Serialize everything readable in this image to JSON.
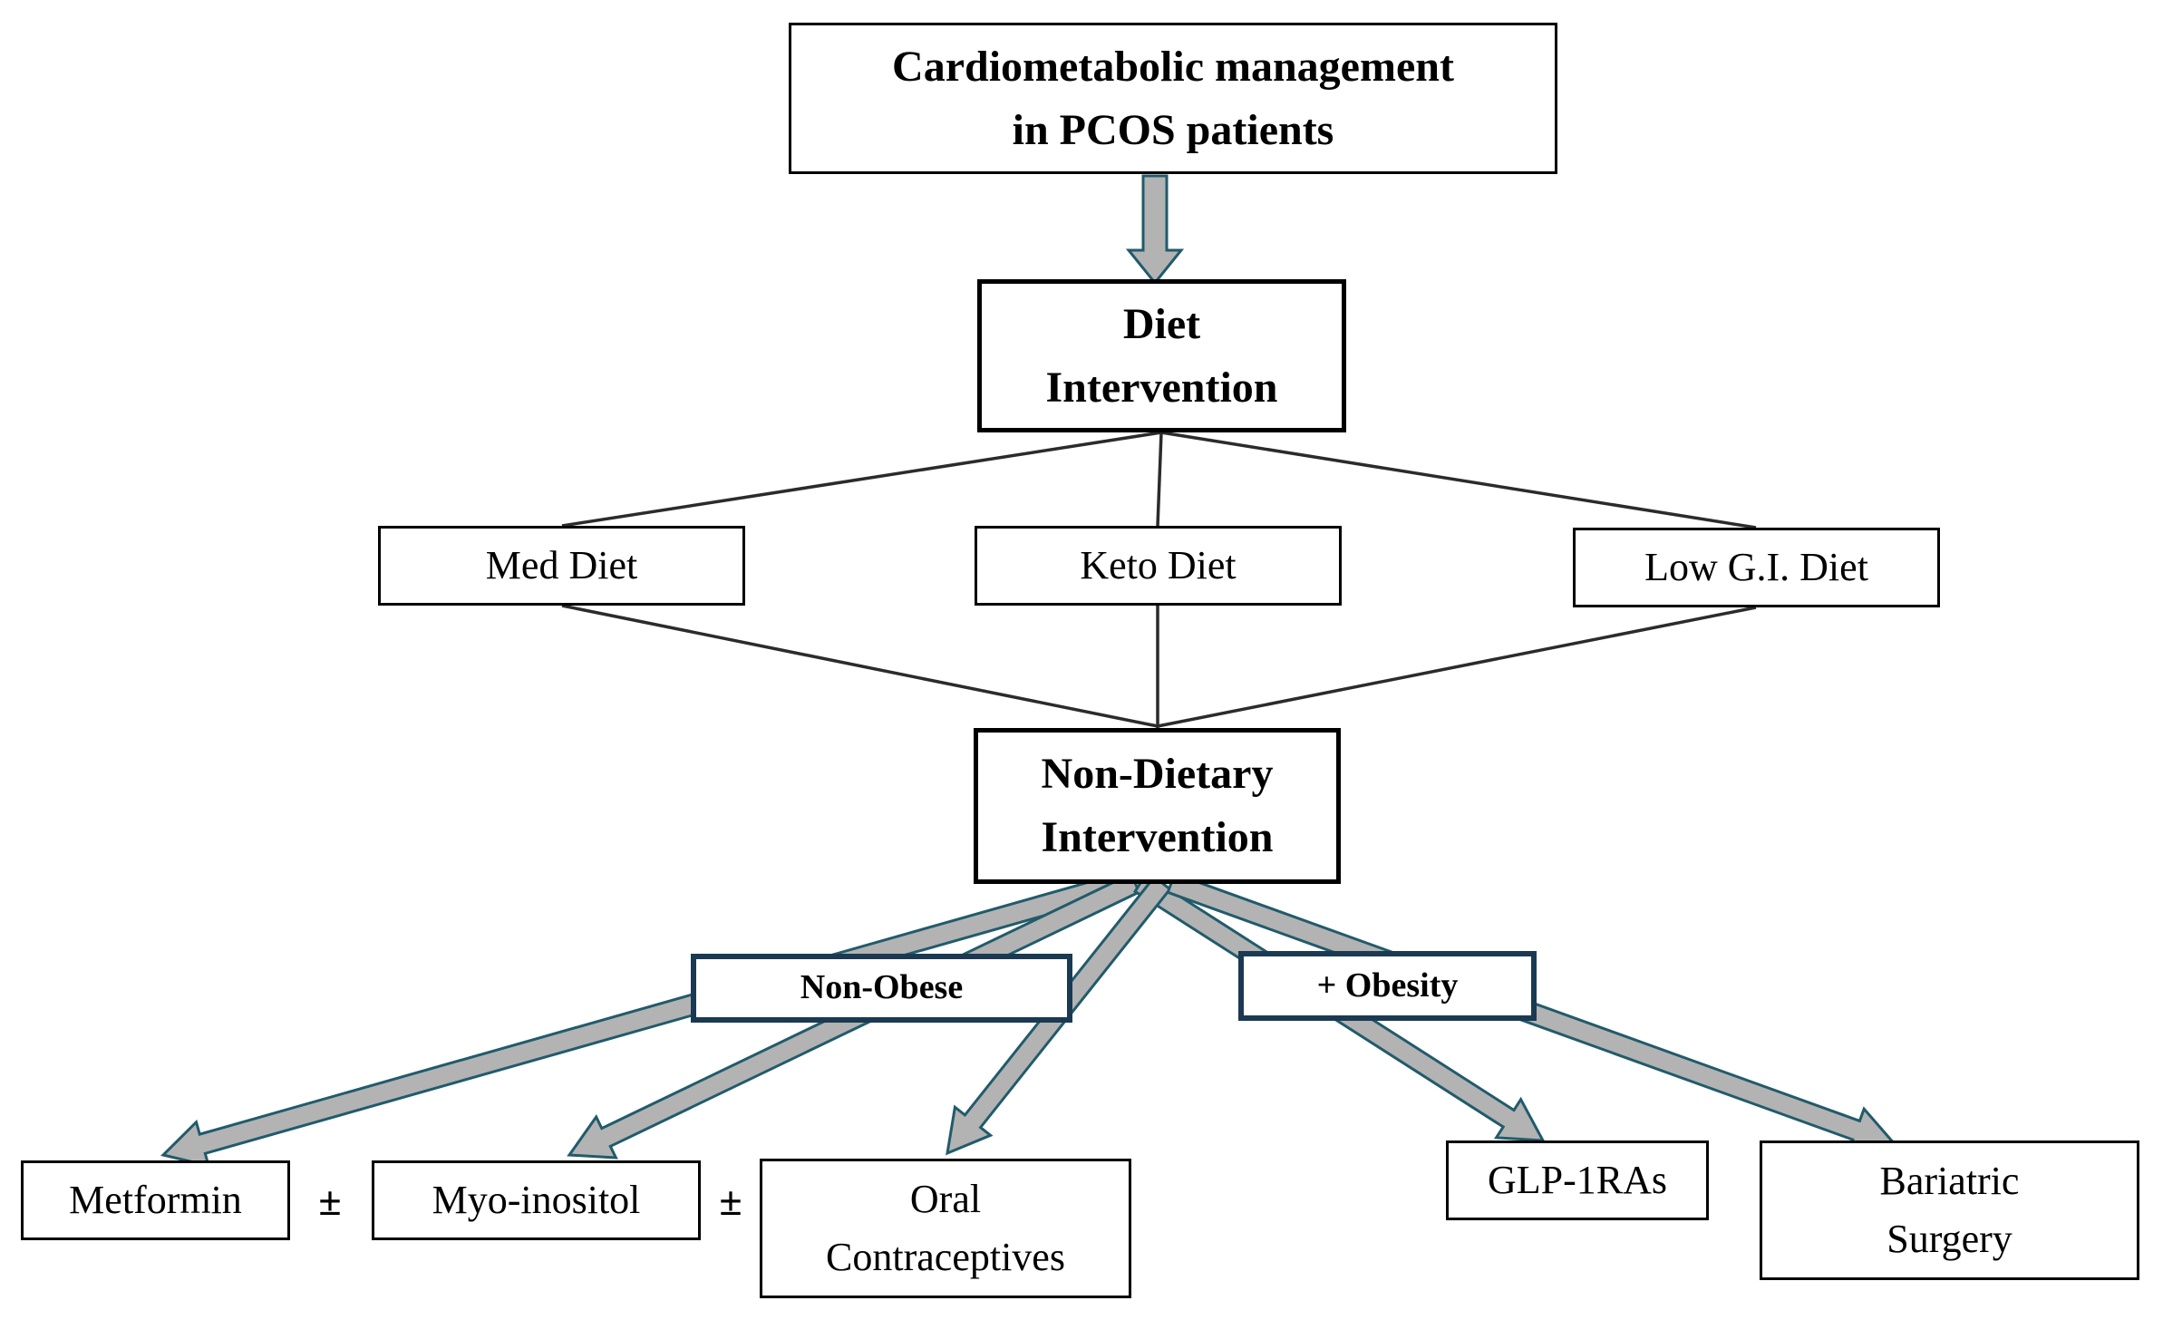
{
  "nodes": {
    "root": {
      "lines": [
        "Cardiometabolic management",
        "in PCOS patients"
      ]
    },
    "diet_intervention": {
      "lines": [
        "Diet",
        "Intervention"
      ]
    },
    "med_diet": {
      "lines": [
        "Med Diet"
      ]
    },
    "keto_diet": {
      "lines": [
        "Keto Diet"
      ]
    },
    "low_gi_diet": {
      "lines": [
        "Low G.I. Diet"
      ]
    },
    "non_dietary": {
      "lines": [
        "Non-Dietary",
        "Intervention"
      ]
    },
    "non_obese": {
      "lines": [
        "Non-Obese"
      ]
    },
    "obesity": {
      "lines": [
        "+ Obesity"
      ]
    },
    "metformin": {
      "lines": [
        "Metformin"
      ]
    },
    "plus_minus_1": {
      "lines": [
        "±"
      ]
    },
    "myo_inositol": {
      "lines": [
        "Myo-inositol"
      ]
    },
    "plus_minus_2": {
      "lines": [
        "±"
      ]
    },
    "oral_contraceptives": {
      "lines": [
        "Oral",
        "Contraceptives"
      ]
    },
    "glp_1ras": {
      "lines": [
        "GLP-1RAs"
      ]
    },
    "bariatric_surgery": {
      "lines": [
        "Bariatric",
        "Surgery"
      ]
    }
  },
  "edges": [
    {
      "from": "root",
      "to": "diet_intervention",
      "type": "block_arrow"
    },
    {
      "from": "diet_intervention",
      "to": "med_diet",
      "type": "line"
    },
    {
      "from": "diet_intervention",
      "to": "keto_diet",
      "type": "line"
    },
    {
      "from": "diet_intervention",
      "to": "low_gi_diet",
      "type": "line"
    },
    {
      "from": "med_diet",
      "to": "non_dietary",
      "type": "line"
    },
    {
      "from": "keto_diet",
      "to": "non_dietary",
      "type": "line"
    },
    {
      "from": "low_gi_diet",
      "to": "non_dietary",
      "type": "line"
    },
    {
      "from": "non_dietary",
      "to": "metformin",
      "type": "block_arrow",
      "via": "non_obese"
    },
    {
      "from": "non_dietary",
      "to": "myo_inositol",
      "type": "block_arrow",
      "via": "non_obese"
    },
    {
      "from": "non_dietary",
      "to": "oral_contraceptives",
      "type": "block_arrow",
      "via": "non_obese"
    },
    {
      "from": "non_dietary",
      "to": "glp_1ras",
      "type": "block_arrow",
      "via": "obesity"
    },
    {
      "from": "non_dietary",
      "to": "bariatric_surgery",
      "type": "block_arrow",
      "via": "obesity"
    }
  ],
  "colors": {
    "background": "#ffffff",
    "text": "#000000",
    "box_border": "#000000",
    "category_border": "#1b3a52",
    "connector_line": "#2b2b2b",
    "arrow_fill": "#b3b3b3",
    "arrow_outline": "#215b6b"
  }
}
